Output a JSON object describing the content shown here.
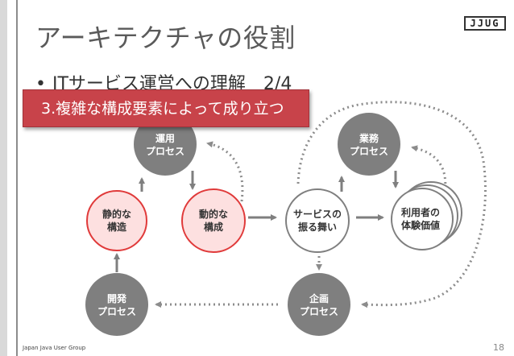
{
  "slide": {
    "title": "アーキテクチャの役割",
    "bullet": "ITサービス運営への理解　2/4",
    "callout": "3.複雑な構成要素によって成り立つ",
    "logo": "JJUG",
    "footer": "Japan Java User Group",
    "page_number": "18"
  },
  "nodes": {
    "unyou": [
      "運用",
      "プロセス"
    ],
    "gyoumu": [
      "業務",
      "プロセス"
    ],
    "seiteki": [
      "静的な",
      "構造"
    ],
    "douteki": [
      "動的な",
      "構成"
    ],
    "service": [
      "サービスの",
      "振る舞い"
    ],
    "riyousha": [
      "利用者の",
      "体験価値"
    ],
    "kaihatsu": [
      "開発",
      "プロセス"
    ],
    "kikaku": [
      "企画",
      "プロセス"
    ]
  },
  "colors": {
    "process_fill": "#7f7f7f",
    "highlight_fill": "#fde0e0",
    "highlight_stroke": "#e03a3a",
    "neutral_stroke": "#7f7f7f",
    "callout_fill": "#c8434a"
  }
}
